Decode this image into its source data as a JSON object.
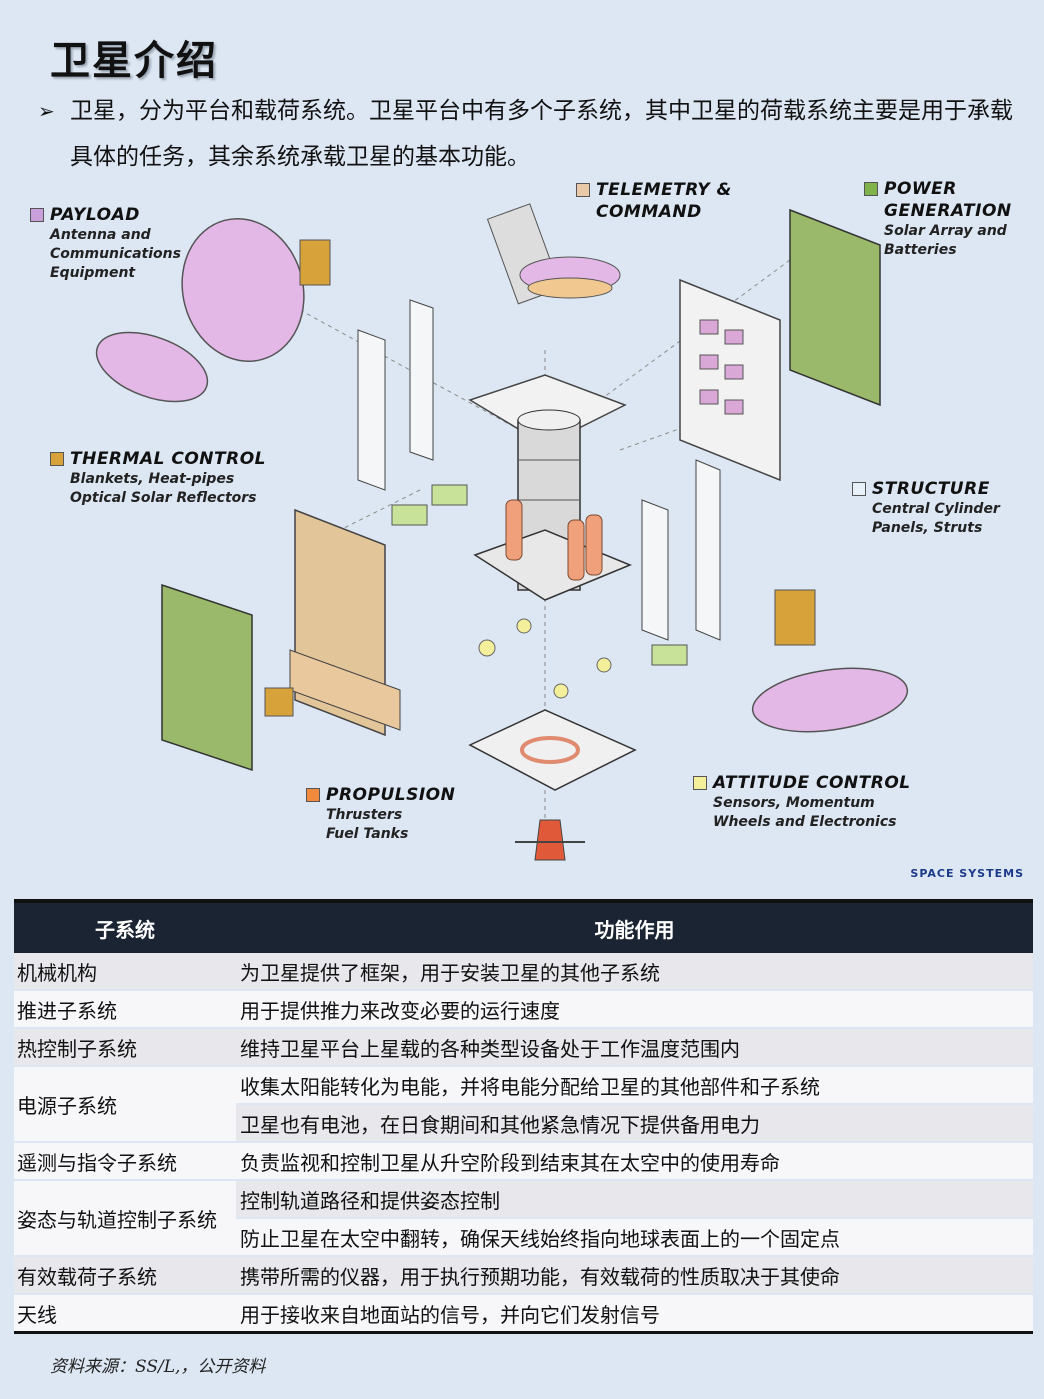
{
  "page_title": "卫星介绍",
  "bullet_text": "卫星，分为平台和载荷系统。卫星平台中有多个子系统，其中卫星的荷载系统主要是用于承载具体的任务，其余系统承载卫星的基本功能。",
  "diagram": {
    "labels": {
      "payload": {
        "title": "PAYLOAD",
        "sub1": "Antenna and",
        "sub2": "Communications",
        "sub3": "Equipment",
        "color": "#c9a0dc"
      },
      "telemetry": {
        "title1": "TELEMETRY &",
        "title2": "COMMAND",
        "color": "#e9c9a8"
      },
      "power": {
        "title1": "POWER",
        "title2": "GENERATION",
        "sub1": "Solar Array and",
        "sub2": "Batteries",
        "color": "#7fb24a"
      },
      "thermal": {
        "title": "THERMAL CONTROL",
        "sub1": "Blankets, Heat-pipes",
        "sub2": "Optical Solar Reflectors",
        "color": "#d8a23a"
      },
      "structure": {
        "title": "STRUCTURE",
        "sub1": "Central Cylinder",
        "sub2": "Panels, Struts",
        "color": "#e8f0f8"
      },
      "propulsion": {
        "title": "PROPULSION",
        "sub1": "Thrusters",
        "sub2": "Fuel Tanks",
        "color": "#f08a3c"
      },
      "attitude": {
        "title": "ATTITUDE CONTROL",
        "sub1": "Sensors, Momentum",
        "sub2": "Wheels and Electronics",
        "color": "#f3ef9a"
      }
    },
    "brand": "SPACE SYSTEMS"
  },
  "table": {
    "headers": [
      "子系统",
      "功能作用"
    ],
    "rows": [
      {
        "name": "机械机构",
        "funcs": [
          "为卫星提供了框架，用于安装卫星的其他子系统"
        ]
      },
      {
        "name": "推进子系统",
        "funcs": [
          "用于提供推力来改变必要的运行速度"
        ]
      },
      {
        "name": "热控制子系统",
        "funcs": [
          "维持卫星平台上星载的各种类型设备处于工作温度范围内"
        ]
      },
      {
        "name": "电源子系统",
        "funcs": [
          "收集太阳能转化为电能，并将电能分配给卫星的其他部件和子系统",
          "卫星也有电池，在日食期间和其他紧急情况下提供备用电力"
        ]
      },
      {
        "name": "遥测与指令子系统",
        "funcs": [
          "负责监视和控制卫星从升空阶段到结束其在太空中的使用寿命"
        ]
      },
      {
        "name": "姿态与轨道控制子系统",
        "funcs": [
          "控制轨道路径和提供姿态控制",
          "防止卫星在太空中翻转，确保天线始终指向地球表面上的一个固定点"
        ]
      },
      {
        "name": "有效载荷子系统",
        "funcs": [
          "携带所需的仪器，用于执行预期功能，有效载荷的性质取决于其使命"
        ]
      },
      {
        "name": "天线",
        "funcs": [
          "用于接收来自地面站的信号，并向它们发射信号"
        ]
      }
    ]
  },
  "source": "资料来源：SS/L,，公开资料"
}
